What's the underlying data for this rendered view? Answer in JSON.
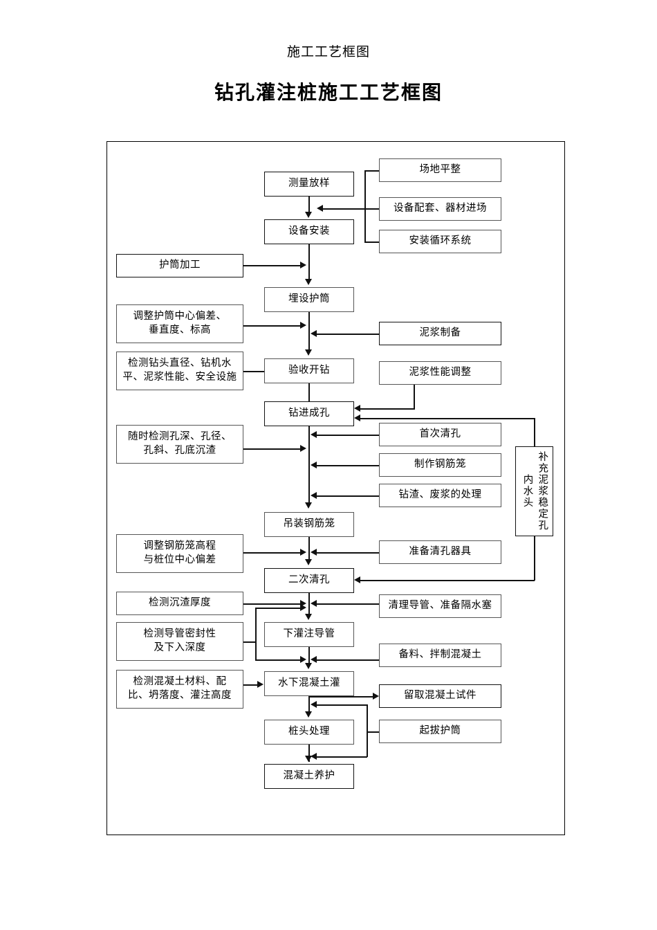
{
  "header": {
    "doc_title": "施工工艺框图",
    "main_title": "钻孔灌注桩施工工艺框图"
  },
  "flow": {
    "main_column": [
      {
        "id": "celiang",
        "label": "测量放样"
      },
      {
        "id": "shebei",
        "label": "设备安装"
      },
      {
        "id": "maishe",
        "label": "埋设护筒"
      },
      {
        "id": "yanshou",
        "label": "验收开钻"
      },
      {
        "id": "zuanjin",
        "label": "钻进成孔"
      },
      {
        "id": "diaozhuang",
        "label": "吊装钢筋笼"
      },
      {
        "id": "erci",
        "label": "二次清孔"
      },
      {
        "id": "xiaguan",
        "label": "下灌注导管"
      },
      {
        "id": "shuixia",
        "label": "水下混凝土灌"
      },
      {
        "id": "zhuangtou",
        "label": "桩头处理"
      },
      {
        "id": "yanghu",
        "label": "混凝土养护"
      }
    ],
    "right_column": [
      {
        "id": "changdi",
        "label": "场地平整"
      },
      {
        "id": "peitao",
        "label": "设备配套、器材进场"
      },
      {
        "id": "xunhuan",
        "label": "安装循环系统"
      },
      {
        "id": "nijiang_zhibei",
        "label": "泥浆制备"
      },
      {
        "id": "nijiang_tiaozheng",
        "label": "泥浆性能调整"
      },
      {
        "id": "shouci",
        "label": "首次清孔"
      },
      {
        "id": "zhizuo",
        "label": "制作钢筋笼"
      },
      {
        "id": "zuanzha",
        "label": "钻渣、废浆的处理"
      },
      {
        "id": "zhunbei",
        "label": "准备清孔器具"
      },
      {
        "id": "qingli",
        "label": "清理导管、准备隔水塞"
      },
      {
        "id": "beiliao",
        "label": "备料、拌制混凝土"
      },
      {
        "id": "liuqu",
        "label": "留取混凝土试件"
      },
      {
        "id": "qiba",
        "label": "起拔护筒"
      }
    ],
    "left_column": [
      {
        "id": "hutong",
        "label": "护筒加工"
      },
      {
        "id": "tiaozheng_hutong",
        "label": "调整护筒中心偏差、\n垂直度、标高"
      },
      {
        "id": "jiance_zuantou",
        "label": "检测钻头直径、钻机水\n平、泥浆性能、安全设施"
      },
      {
        "id": "suishi",
        "label": "随时检测孔深、孔径、\n孔斜、孔底沉渣"
      },
      {
        "id": "tiaozheng_gangjin",
        "label": "调整钢筋笼高程\n与桩位中心偏差"
      },
      {
        "id": "jiance_chenzha",
        "label": "检测沉渣厚度"
      },
      {
        "id": "jiance_daoguan",
        "label": "检测导管密封性\n及下入深度"
      },
      {
        "id": "jiance_hunningtu",
        "label": "检测混凝土材料、配\n比、坍落度、灌注高度"
      }
    ],
    "side_vertical": {
      "id": "buchong",
      "label": "补充泥浆稳定孔内水头"
    }
  }
}
